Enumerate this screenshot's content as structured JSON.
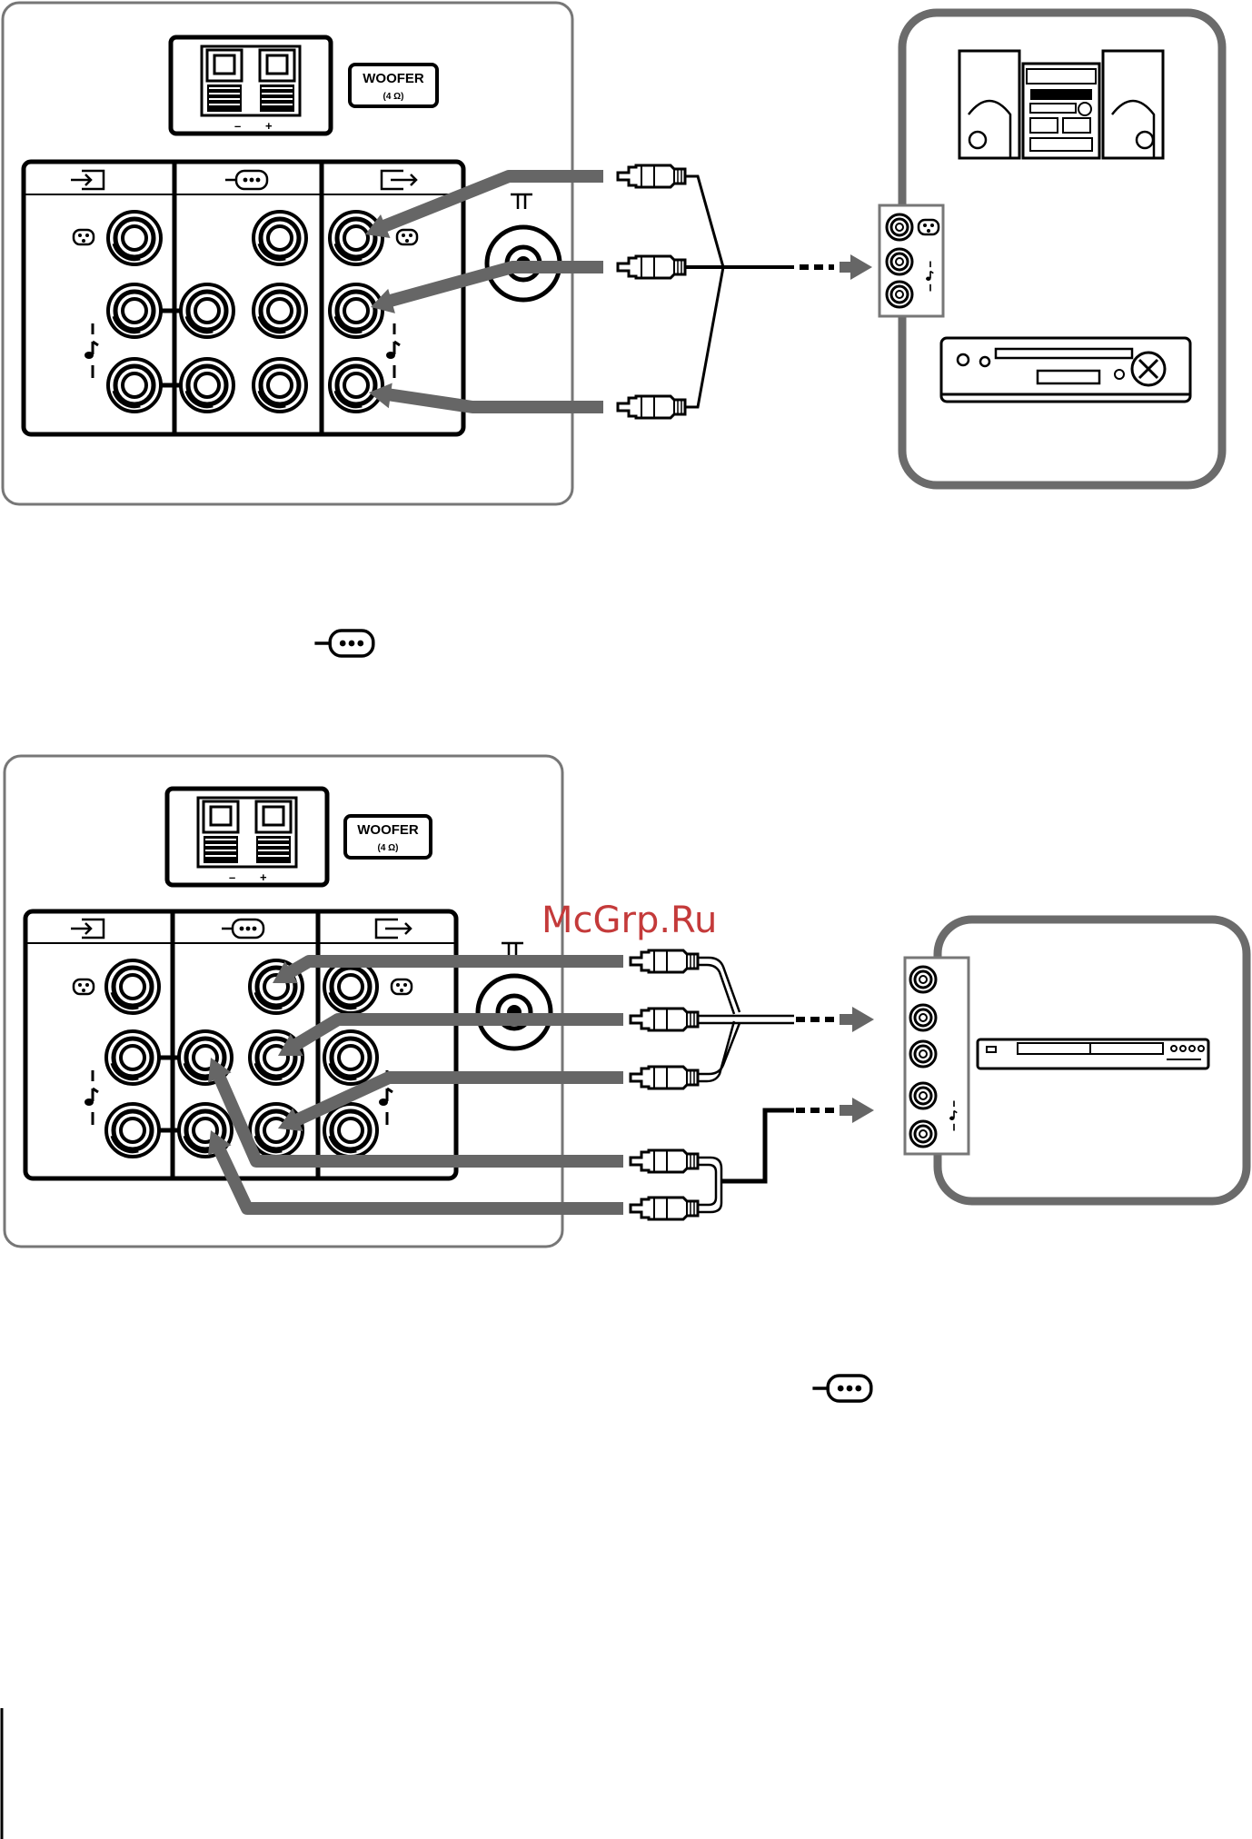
{
  "watermark": "McGrp.Ru",
  "diagram1": {
    "woofer_label": "WOOFER",
    "woofer_ohm": "(4 Ω)",
    "minus": "–",
    "plus": "+"
  },
  "diagram2": {
    "woofer_label": "WOOFER",
    "woofer_ohm": "(4 Ω)",
    "minus": "–",
    "plus": "+"
  },
  "icons": {
    "input": "input-arrow-icon",
    "component_input": "component-input-icon",
    "output": "output-arrow-icon",
    "video": "video-jack-icon",
    "audio": "audio-note-icon",
    "antenna": "antenna-icon"
  },
  "colors": {
    "arrow": "#6b6b6b",
    "frame": "#777777",
    "line": "#000000",
    "watermark": "#c43a3a"
  }
}
